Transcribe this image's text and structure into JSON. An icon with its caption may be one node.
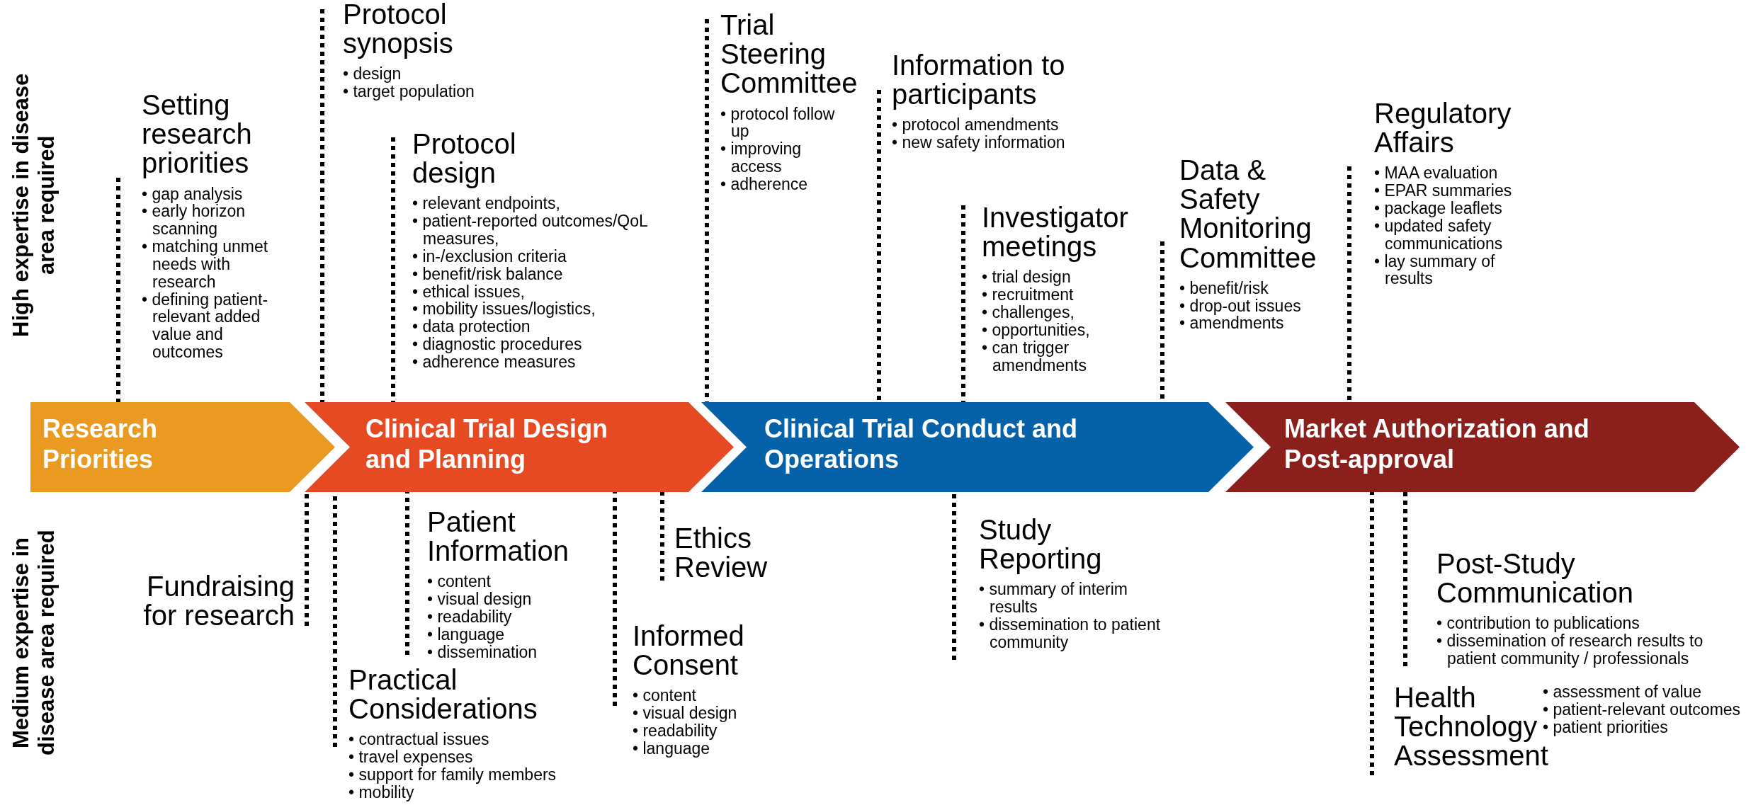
{
  "diagram": {
    "nodes": [
      {
        "text": [
          "Research Priorities"
        ]
      },
      {
        "text": [
          "Clinical Trial Design and Planning"
        ]
      },
      {
        "text": [
          "Clinical Trial Conduct and Operations"
        ]
      },
      {
        "text": [
          "Market Authorization and Post-approval"
        ]
      },
      {
        "text": [
          "Setting research priorities",
          "• gap analysis",
          "• early horizon scanning",
          "• matching unmet needs with research",
          "• defining patient-relevant added value and outcomes"
        ]
      },
      {
        "text": [
          "Protocol synopsis",
          "• design",
          "• target population"
        ]
      },
      {
        "text": [
          "Protocol design",
          "• relevant endpoints,",
          "• patient-reported outcomes/QoL measures,",
          "• in-/exclusion criteria",
          "• benefit/risk balance",
          "• ethical issues,",
          "• mobility issues/logistics,",
          "• data protection",
          "• diagnostic procedures",
          "• adherence measures"
        ]
      },
      {
        "text": [
          "Trial Steering Committee",
          "• protocol follow up",
          "• improving access",
          "• adherence"
        ]
      },
      {
        "text": [
          "Information to participants",
          "• protocol amendments",
          "• new safety information"
        ]
      },
      {
        "text": [
          "Investigator meetings",
          "• trial design",
          "• recruitment",
          "• challenges,",
          "• opportunities,",
          "• can trigger amendments"
        ]
      },
      {
        "text": [
          "Data & Safety Monitoring Committee",
          "• benefit/risk",
          "• drop-out issues",
          "• amendments"
        ]
      },
      {
        "text": [
          "Regulatory Affairs",
          "• MAA evaluation",
          "• EPAR summaries",
          "• package leaflets",
          "• updated safety communications",
          "• lay summary of results"
        ]
      },
      {
        "text": [
          "Fundraising for research"
        ]
      },
      {
        "text": [
          "Practical Considerations",
          "• contractual issues",
          "• travel expenses",
          "• support for family members",
          "• mobility"
        ]
      },
      {
        "text": [
          "Patient Information",
          "• content",
          "• visual design",
          "• readability",
          "• language",
          "• dissemination"
        ]
      },
      {
        "text": [
          "Informed Consent",
          "• content",
          "• visual design",
          "• readability",
          "• language"
        ]
      },
      {
        "text": [
          "Ethics Review"
        ]
      },
      {
        "text": [
          "Study Reporting",
          "• summary of interim results",
          "• dissemination to patient community"
        ]
      },
      {
        "text": [
          "Post-Study Communication",
          "• contribution to publications",
          "• dissemination of research results to patient community / professionals"
        ]
      },
      {
        "text": [
          "Health Technology Assessment",
          "• assessment of value",
          "• patient-relevant outcomes",
          "• patient priorities"
        ]
      }
    ],
    "edges": [
      {
        "from": 4,
        "to": 0,
        "arrow": "none",
        "style": "dashed"
      },
      {
        "from": 5,
        "to": 1,
        "arrow": "none",
        "style": "dashed"
      },
      {
        "from": 6,
        "to": 1,
        "arrow": "none",
        "style": "dashed"
      },
      {
        "from": 7,
        "to": 2,
        "arrow": "none",
        "style": "dashed"
      },
      {
        "from": 8,
        "to": 2,
        "arrow": "none",
        "style": "dashed"
      },
      {
        "from": 9,
        "to": 2,
        "arrow": "none",
        "style": "dashed"
      },
      {
        "from": 10,
        "to": 2,
        "arrow": "none",
        "style": "dashed"
      },
      {
        "from": 11,
        "to": 3,
        "arrow": "none",
        "style": "dashed"
      },
      {
        "from": 12,
        "to": 1,
        "arrow": "none",
        "style": "dashed"
      },
      {
        "from": 13,
        "to": 1,
        "arrow": "none",
        "style": "dashed"
      },
      {
        "from": 14,
        "to": 1,
        "arrow": "none",
        "style": "dashed"
      },
      {
        "from": 15,
        "to": 1,
        "arrow": "none",
        "style": "dashed"
      },
      {
        "from": 16,
        "to": 1,
        "arrow": "none",
        "style": "dashed"
      },
      {
        "from": 17,
        "to": 2,
        "arrow": "none",
        "style": "dashed"
      },
      {
        "from": 18,
        "to": 3,
        "arrow": "none",
        "style": "dashed"
      },
      {
        "from": 19,
        "to": 3,
        "arrow": "none",
        "style": "dashed"
      }
    ],
    "labels": [
      "High expertise in disease area required",
      "Medium expertise in disease area required"
    ]
  }
}
